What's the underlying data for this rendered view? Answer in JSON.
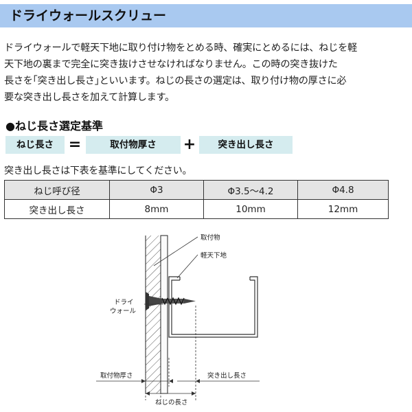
{
  "header": {
    "title": "ドライウォールスクリュー"
  },
  "intro": {
    "lines": [
      "ドライウォールで軽天下地に取り付け物をとめる時、確実にとめるには、ねじを軽",
      "天下地の裏まで完全に突き抜けさせなければなりません。この時の突き抜けた",
      "長さを｢突き出し長さ｣といいます。ねじの長さの選定は、取り付け物の厚さに必",
      "要な突き出し長さを加えて計算します。"
    ]
  },
  "section": {
    "title": "●ねじ長さ選定基準"
  },
  "formula": {
    "term1": "ねじ長さ",
    "equals": "=",
    "term2": "取付物厚さ",
    "plus": "+",
    "term3": "突き出し長さ"
  },
  "note": "突き出し長さは下表を基準にしてください。",
  "table": {
    "headers": [
      "ねじ呼び径",
      "Φ3",
      "Φ3.5～4.2",
      "Φ4.8"
    ],
    "row": [
      "突き出し長さ",
      "8mm",
      "10mm",
      "12mm"
    ]
  },
  "diagram": {
    "labels": {
      "attachment": "取付物",
      "stud": "軽天下地",
      "drywall_line1": "ドライ",
      "drywall_line2": "ウォール",
      "attach_thickness": "取付物厚さ",
      "protrusion": "突き出し長さ",
      "screw_length": "ねじの長さ"
    }
  }
}
